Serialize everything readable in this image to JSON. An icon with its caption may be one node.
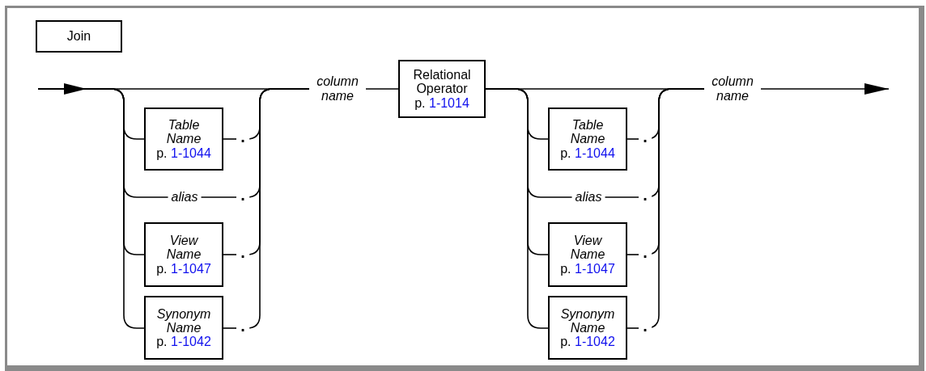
{
  "diagram": {
    "nodes": [
      {
        "text": [
          "Join"
        ]
      },
      {
        "text": [
          "Table Name",
          "p. 1-1044"
        ]
      },
      {
        "text": [
          "."
        ]
      },
      {
        "text": [
          "alias"
        ]
      },
      {
        "text": [
          "."
        ]
      },
      {
        "text": [
          "View Name",
          "p. 1-1047"
        ]
      },
      {
        "text": [
          "."
        ]
      },
      {
        "text": [
          "Synonym Name",
          "p. 1-1042"
        ]
      },
      {
        "text": [
          "."
        ]
      },
      {
        "text": [
          "column name"
        ]
      },
      {
        "text": [
          "Relational Operator",
          "p. 1-1014"
        ]
      },
      {
        "text": [
          "Table Name",
          "p. 1-1044"
        ]
      },
      {
        "text": [
          "."
        ]
      },
      {
        "text": [
          "alias"
        ]
      },
      {
        "text": [
          "."
        ]
      },
      {
        "text": [
          "View Name",
          "p. 1-1047"
        ]
      },
      {
        "text": [
          "."
        ]
      },
      {
        "text": [
          "Synonym Name",
          "p. 1-1042"
        ]
      },
      {
        "text": [
          "."
        ]
      },
      {
        "text": [
          "column name"
        ]
      }
    ],
    "edges": [
      {
        "from": null,
        "to": 1,
        "arrow": "none"
      },
      {
        "from": null,
        "to": 3,
        "arrow": "none"
      },
      {
        "from": null,
        "to": 5,
        "arrow": "none"
      },
      {
        "from": null,
        "to": 7,
        "arrow": "none"
      },
      {
        "from": null,
        "to": 9,
        "arrow": "none"
      },
      {
        "from": 1,
        "to": 2,
        "arrow": "none"
      },
      {
        "from": 3,
        "to": 4,
        "arrow": "none"
      },
      {
        "from": 5,
        "to": 6,
        "arrow": "none"
      },
      {
        "from": 7,
        "to": 8,
        "arrow": "none"
      },
      {
        "from": 2,
        "to": 9,
        "arrow": "none"
      },
      {
        "from": 4,
        "to": 9,
        "arrow": "none"
      },
      {
        "from": 6,
        "to": 9,
        "arrow": "none"
      },
      {
        "from": 8,
        "to": 9,
        "arrow": "none"
      },
      {
        "from": 9,
        "to": 10,
        "arrow": "none"
      },
      {
        "from": 10,
        "to": 11,
        "arrow": "none"
      },
      {
        "from": 10,
        "to": 13,
        "arrow": "none"
      },
      {
        "from": 10,
        "to": 15,
        "arrow": "none"
      },
      {
        "from": 10,
        "to": 17,
        "arrow": "none"
      },
      {
        "from": 10,
        "to": 19,
        "arrow": "none"
      },
      {
        "from": 11,
        "to": 12,
        "arrow": "none"
      },
      {
        "from": 13,
        "to": 14,
        "arrow": "none"
      },
      {
        "from": 15,
        "to": 16,
        "arrow": "none"
      },
      {
        "from": 17,
        "to": 18,
        "arrow": "none"
      },
      {
        "from": 12,
        "to": 19,
        "arrow": "none"
      },
      {
        "from": 14,
        "to": 19,
        "arrow": "none"
      },
      {
        "from": 16,
        "to": 19,
        "arrow": "none"
      },
      {
        "from": 18,
        "to": 19,
        "arrow": "none"
      },
      {
        "from": 19,
        "to": null,
        "arrow": "to"
      }
    ]
  }
}
